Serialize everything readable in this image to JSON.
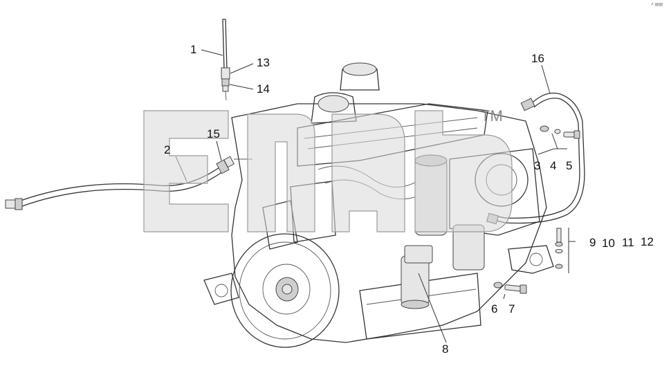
{
  "diagram": {
    "callouts": [
      {
        "id": "c1",
        "text": "1"
      },
      {
        "id": "c2",
        "text": "2"
      },
      {
        "id": "c3",
        "text": "3"
      },
      {
        "id": "c4",
        "text": "4"
      },
      {
        "id": "c5",
        "text": "5"
      },
      {
        "id": "c6",
        "text": "6"
      },
      {
        "id": "c7",
        "text": "7"
      },
      {
        "id": "c8",
        "text": "8"
      },
      {
        "id": "c9",
        "text": "9"
      },
      {
        "id": "c10",
        "text": "10"
      },
      {
        "id": "c11",
        "text": "11"
      },
      {
        "id": "c12",
        "text": "12"
      },
      {
        "id": "c13",
        "text": "13"
      },
      {
        "id": "c14",
        "text": "14"
      },
      {
        "id": "c15",
        "text": "15"
      },
      {
        "id": "c16",
        "text": "16"
      }
    ],
    "watermark_tm": "TM",
    "corner_mark": "↗ ▤▤"
  }
}
